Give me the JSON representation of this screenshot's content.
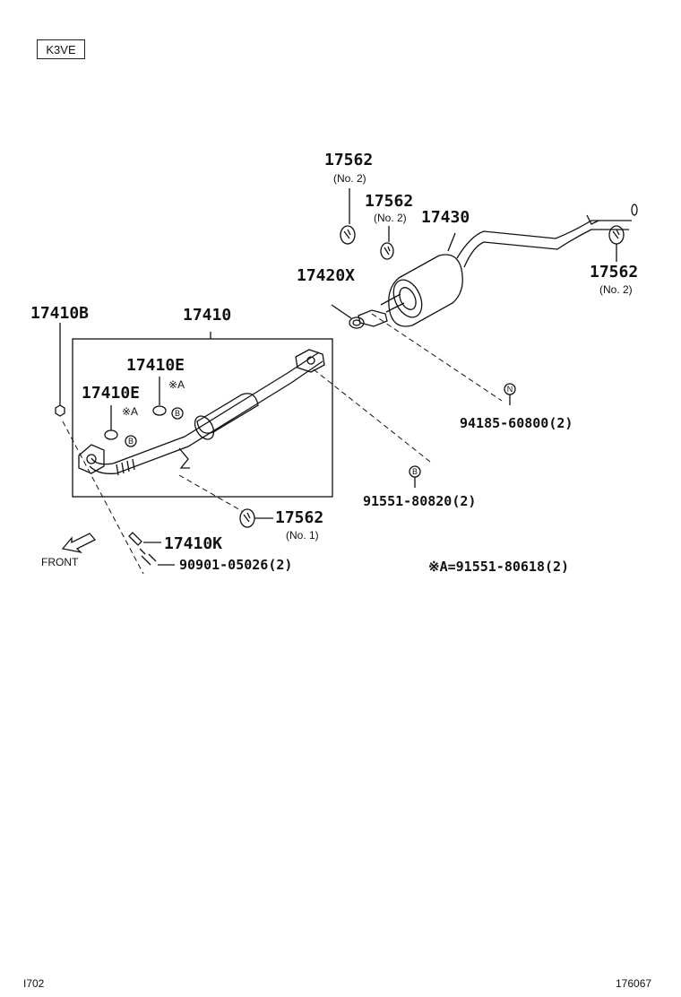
{
  "engine_code": "K3VE",
  "labels": {
    "p17562_top": "17562",
    "p17562_top_no": "(No. 2)",
    "p17562_mid": "17562",
    "p17562_mid_no": "(No. 2)",
    "p17430": "17430",
    "p17562_right": "17562",
    "p17562_right_no": "(No. 2)",
    "p17420x": "17420X",
    "p17410b": "17410B",
    "p17410": "17410",
    "p17410e_a": "17410E",
    "p17410e_a_ref": "※A",
    "p17410e_b": "17410E",
    "p17410e_b_ref": "※A",
    "p94185": "94185-60800(2)",
    "p91551_b": "91551-80820(2)",
    "p17562_no1": "17562",
    "p17562_no1_no": "(No. 1)",
    "p17410k": "17410K",
    "p90901": "90901-05026(2)",
    "note_a": "※A=91551-80618(2)",
    "front": "FRONT",
    "callout_n": "N",
    "callout_b1": "B",
    "callout_b2": "B",
    "callout_b3": "B"
  },
  "footer": {
    "left": "I702",
    "right": "176067"
  }
}
